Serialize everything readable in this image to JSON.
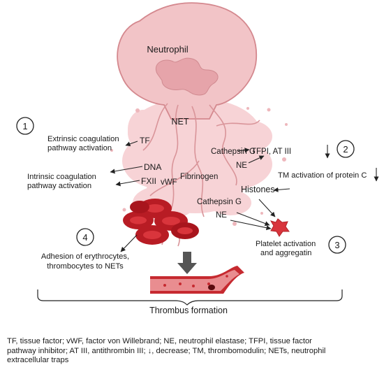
{
  "labels": {
    "neutrophil": "Neutrophil",
    "net": "NET",
    "tf": "TF",
    "dna": "DNA",
    "fxii": "FXII",
    "vwf": "vWF",
    "fibrinogen": "Fibrinogen",
    "cathepsin_g_1": "Cathepsin G",
    "ne_1": "NE",
    "histones": "Histones",
    "cathepsin_g_2": "Cathepsin G",
    "ne_2": "NE",
    "extrinsic_line1": "Extrinsic coagulation",
    "extrinsic_line2": "pathway activation",
    "intrinsic_line1": "Intrinsic coagulation",
    "intrinsic_line2": "pathway activation",
    "tfpi": "TFPI, AT III",
    "tm_activation": "TM activation of protein C",
    "platelet_line1": "Platelet activation",
    "platelet_line2": "and aggregatin",
    "adhesion_line1": "Adhesion of erythrocytes,",
    "adhesion_line2": "thrombocytes to NETs",
    "thrombus": "Thrombus formation"
  },
  "numbers": {
    "n1": "1",
    "n2": "2",
    "n3": "3",
    "n4": "4"
  },
  "caption": {
    "line1": "TF, tissue factor; vWF, factor von Willebrand; NE, neutrophil elastase; TFPI, tissue factor",
    "line2": "pathway inhibitor; AT III, antithrombin III; ↓, decrease; TM, thrombomodulin; NETs, neutrophil",
    "line3": "extracellular traps"
  },
  "colors": {
    "cell_fill": "#f2c4c7",
    "cell_stroke": "#d4888e",
    "nucleus": "#e6a4aa",
    "net_cloud": "#f7d3d6",
    "rbc": "#b81c24",
    "rbc_light": "#d9353c",
    "platelet": "#d8343c",
    "vessel": "#c62a30",
    "arrow": "#222222"
  }
}
